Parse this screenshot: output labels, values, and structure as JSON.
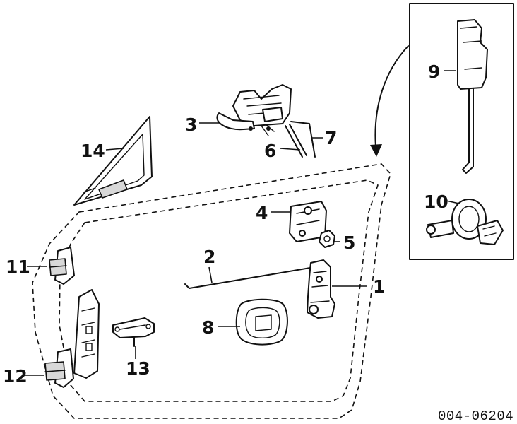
{
  "diagram": {
    "callouts": [
      "1",
      "2",
      "3",
      "4",
      "5",
      "6",
      "7",
      "8",
      "9",
      "10",
      "11",
      "12",
      "13",
      "14"
    ],
    "part_number": "004-06204"
  },
  "colors": {
    "ink": "#111111",
    "background": "#ffffff",
    "shade": "#d8d8d8"
  }
}
